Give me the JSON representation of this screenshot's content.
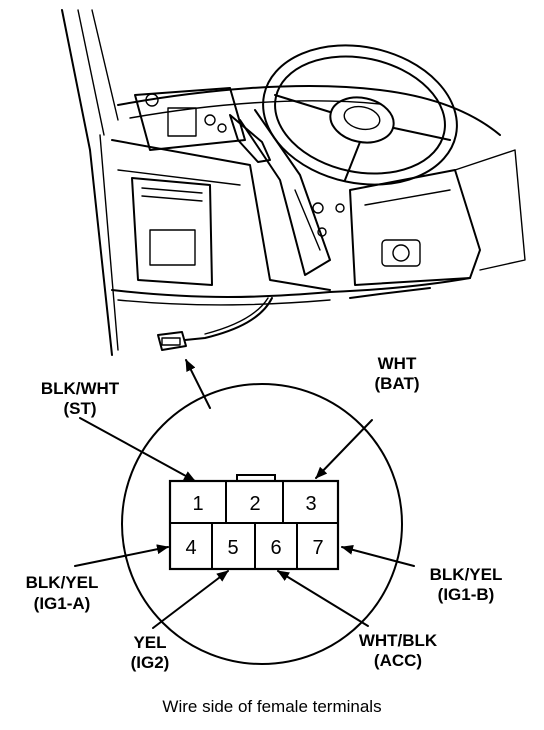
{
  "terminals": [
    "1",
    "2",
    "3",
    "4",
    "5",
    "6",
    "7"
  ],
  "labels": {
    "blk_wht": {
      "wire": "BLK/WHT",
      "circuit": "(ST)"
    },
    "wht": {
      "wire": "WHT",
      "circuit": "(BAT)"
    },
    "blk_yel_left": {
      "wire": "BLK/YEL",
      "circuit": "(IG1-A)"
    },
    "blk_yel_right": {
      "wire": "BLK/YEL",
      "circuit": "(IG1-B)"
    },
    "yel": {
      "wire": "YEL",
      "circuit": "(IG2)"
    },
    "wht_blk": {
      "wire": "WHT/BLK",
      "circuit": "(ACC)"
    }
  },
  "caption": "Wire side of female terminals"
}
